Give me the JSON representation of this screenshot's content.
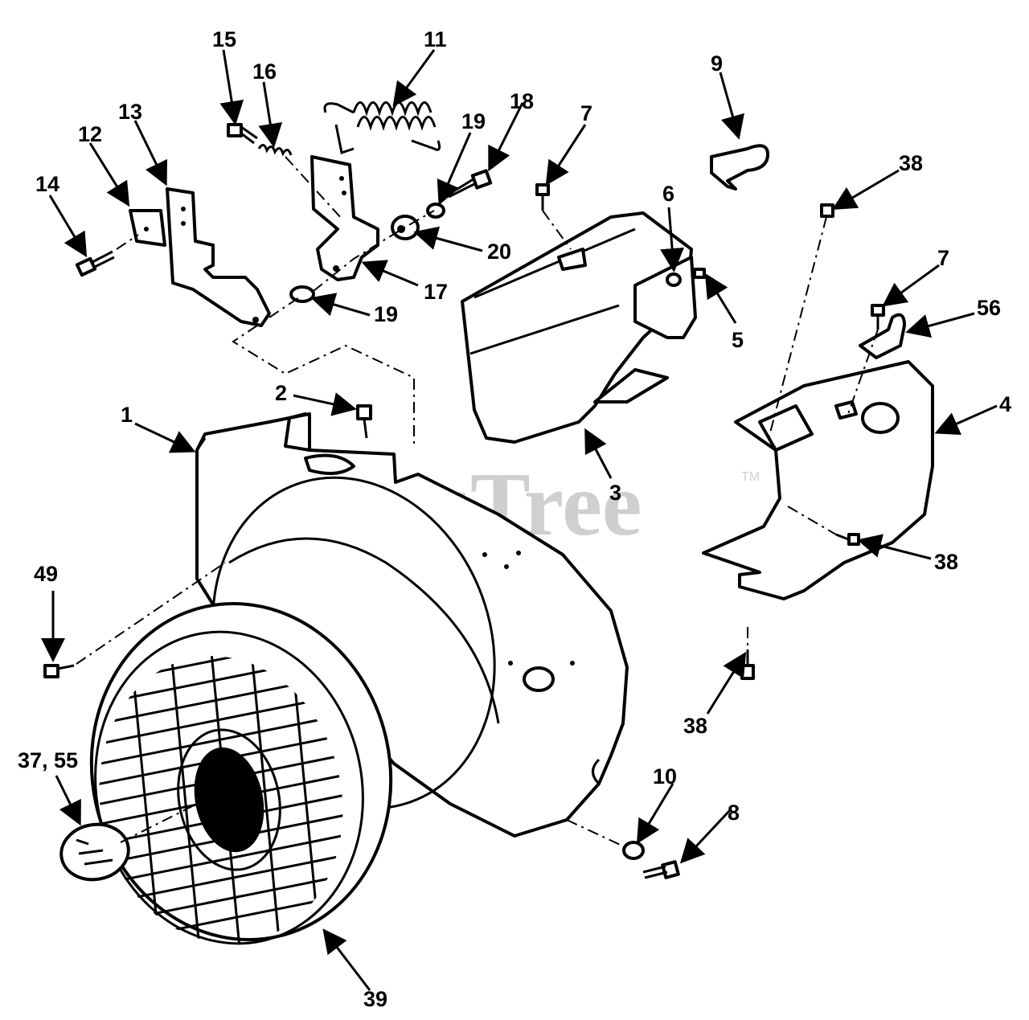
{
  "watermark": {
    "text": "PartsTree",
    "trademark": "TM"
  },
  "callouts": [
    {
      "id": "1",
      "label": "1"
    },
    {
      "id": "2",
      "label": "2"
    },
    {
      "id": "3",
      "label": "3"
    },
    {
      "id": "4",
      "label": "4"
    },
    {
      "id": "5",
      "label": "5"
    },
    {
      "id": "6",
      "label": "6"
    },
    {
      "id": "7a",
      "label": "7"
    },
    {
      "id": "7b",
      "label": "7"
    },
    {
      "id": "8",
      "label": "8"
    },
    {
      "id": "9",
      "label": "9"
    },
    {
      "id": "10",
      "label": "10"
    },
    {
      "id": "11",
      "label": "11"
    },
    {
      "id": "12",
      "label": "12"
    },
    {
      "id": "13",
      "label": "13"
    },
    {
      "id": "14",
      "label": "14"
    },
    {
      "id": "15",
      "label": "15"
    },
    {
      "id": "16",
      "label": "16"
    },
    {
      "id": "17",
      "label": "17"
    },
    {
      "id": "18",
      "label": "18"
    },
    {
      "id": "19a",
      "label": "19"
    },
    {
      "id": "19b",
      "label": "19"
    },
    {
      "id": "20",
      "label": "20"
    },
    {
      "id": "37",
      "label": "37, 55"
    },
    {
      "id": "38a",
      "label": "38"
    },
    {
      "id": "38b",
      "label": "38"
    },
    {
      "id": "38c",
      "label": "38"
    },
    {
      "id": "39",
      "label": "39"
    },
    {
      "id": "49",
      "label": "49"
    },
    {
      "id": "56",
      "label": "56"
    }
  ]
}
